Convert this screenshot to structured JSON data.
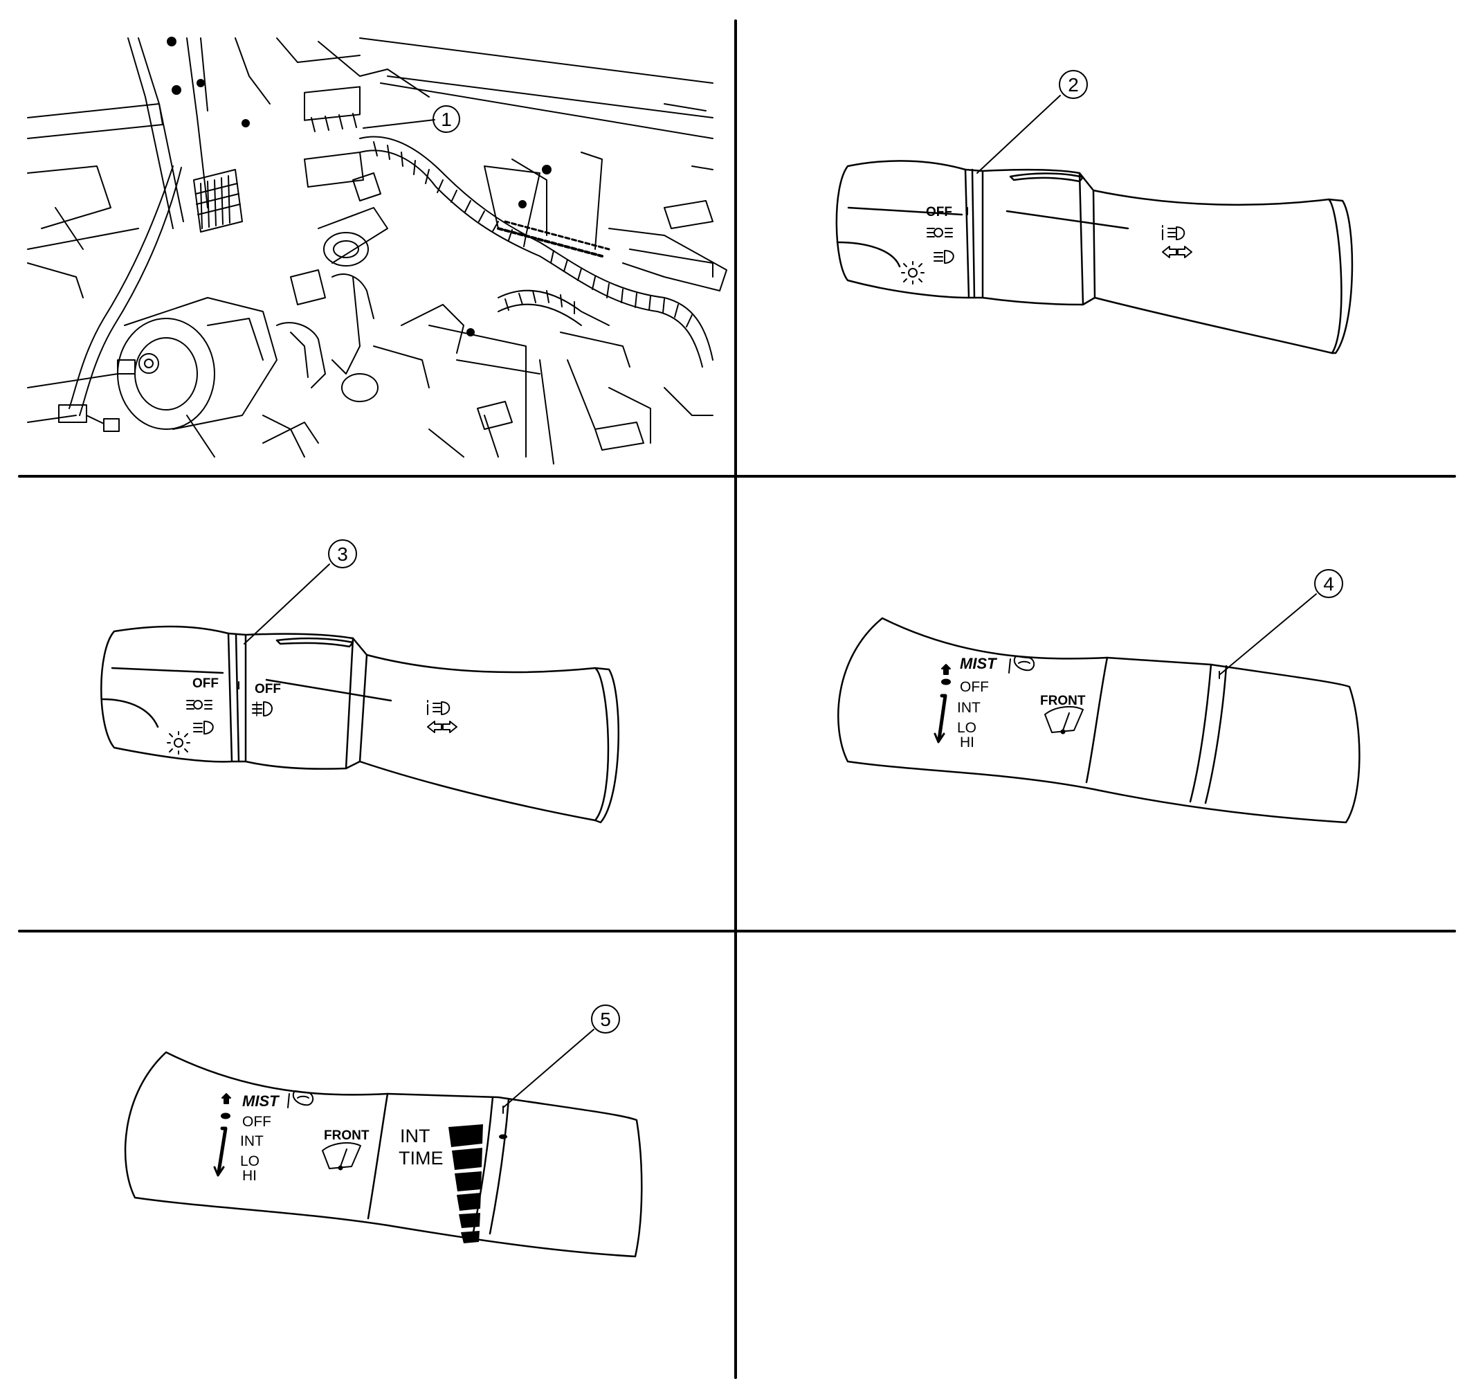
{
  "figure": {
    "callouts": [
      "1",
      "2",
      "3",
      "4",
      "5"
    ],
    "headlamp_switch": {
      "off_label": "OFF",
      "fog_off_label": "OFF",
      "icons": [
        "parking-lamp-icon",
        "headlamp-icon",
        "auto-light-icon",
        "fog-lamp-icon",
        "high-beam-flash-icon",
        "turn-signal-arrows-icon"
      ]
    },
    "wiper_switch": {
      "mist_label": "MIST",
      "off_label": "OFF",
      "int_label": "INT",
      "lo_label": "LO",
      "hi_label": "HI",
      "front_label": "FRONT",
      "int_time_line1": "INT",
      "int_time_line2": "TIME",
      "icons": [
        "washer-icon",
        "wiper-icon",
        "direction-arrow-icon",
        "int-time-bar-icon"
      ]
    }
  },
  "colors": {
    "line": "#000000",
    "background": "#ffffff"
  }
}
